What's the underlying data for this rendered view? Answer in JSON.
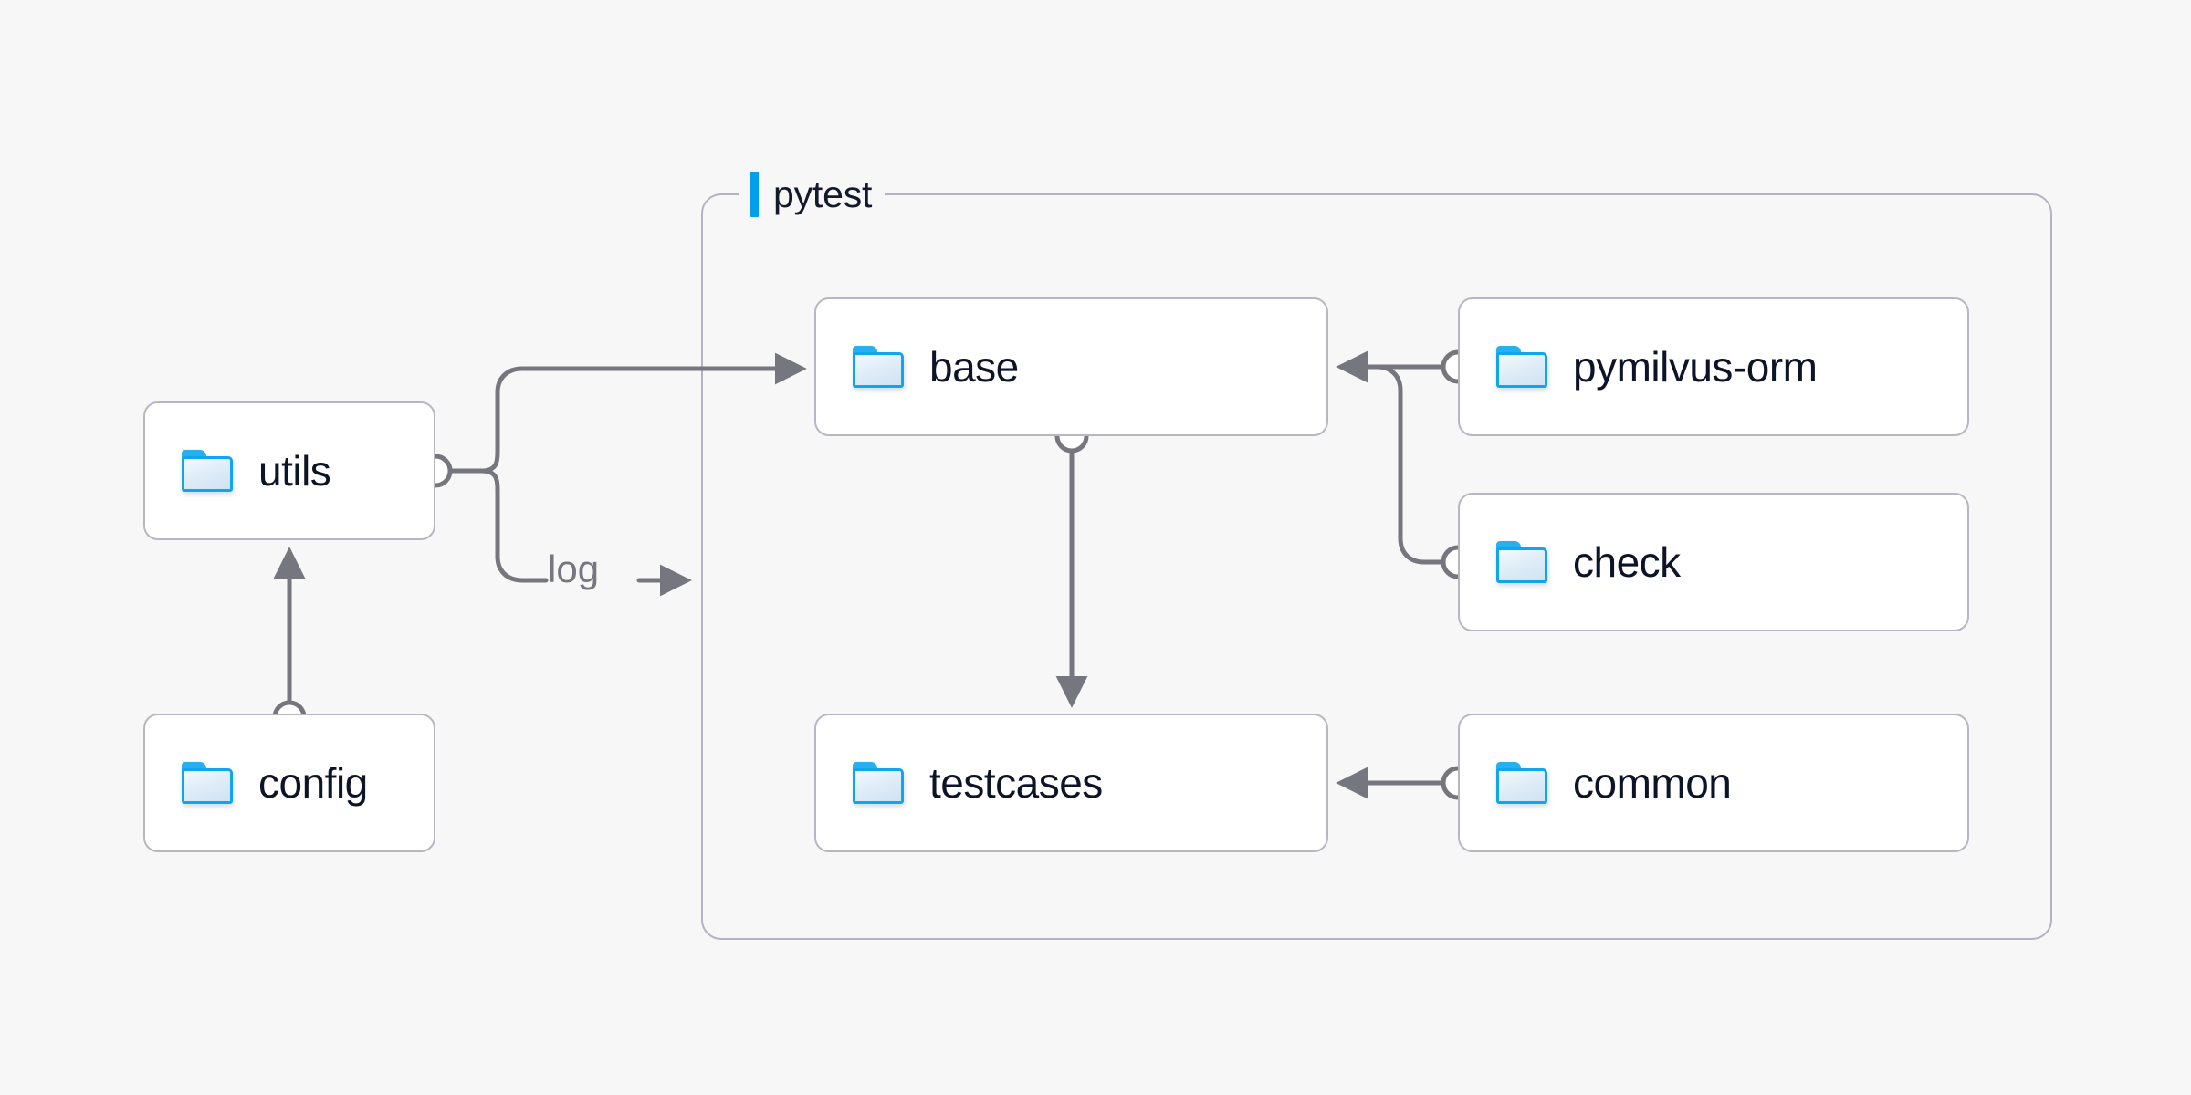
{
  "canvas": {
    "background": "#f7f7f7",
    "edge_color": "#76767f",
    "node_border": "#b7b6c3",
    "node_fill": "#ffffff",
    "accent": "#00a1ea",
    "text_color": "#0d1428"
  },
  "group": {
    "title": "pytest",
    "accent_color": "#00a1ea",
    "border_color": "#b4b3c1"
  },
  "nodes": [
    {
      "id": "utils",
      "label": "utils",
      "icon": "folder-icon",
      "group": null
    },
    {
      "id": "config",
      "label": "config",
      "icon": "folder-icon",
      "group": null
    },
    {
      "id": "base",
      "label": "base",
      "icon": "folder-icon",
      "group": "pytest"
    },
    {
      "id": "testcases",
      "label": "testcases",
      "icon": "folder-icon",
      "group": "pytest"
    },
    {
      "id": "pymilvus",
      "label": "pymilvus-orm",
      "icon": "folder-icon",
      "group": "pytest"
    },
    {
      "id": "check",
      "label": "check",
      "icon": "folder-icon",
      "group": "pytest"
    },
    {
      "id": "common",
      "label": "common",
      "icon": "folder-icon",
      "group": "pytest"
    }
  ],
  "edges": [
    {
      "from": "config",
      "to": "utils",
      "label": "",
      "arrow": "to"
    },
    {
      "from": "utils",
      "to": "base",
      "label": "",
      "arrow": "to"
    },
    {
      "from": "utils",
      "to": "pytest",
      "label": "log",
      "arrow": "to"
    },
    {
      "from": "base",
      "to": "testcases",
      "label": "",
      "arrow": "to"
    },
    {
      "from": "pymilvus",
      "to": "base",
      "label": "",
      "arrow": "to"
    },
    {
      "from": "check",
      "to": "base",
      "label": "",
      "arrow": "to"
    },
    {
      "from": "common",
      "to": "testcases",
      "label": "",
      "arrow": "to"
    }
  ],
  "edge_labels": {
    "log": "log"
  }
}
